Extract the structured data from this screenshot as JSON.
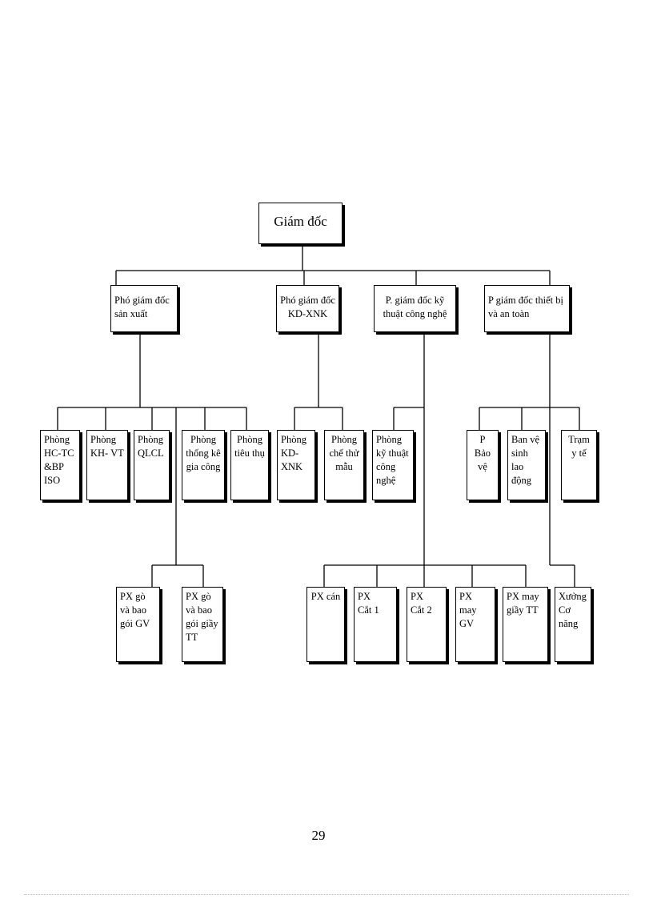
{
  "org_chart": {
    "director": {
      "label": "Giám đốc"
    },
    "deputies": [
      {
        "id": "production",
        "label": "Phó giám đốc\nsản xuất"
      },
      {
        "id": "business",
        "label": "Phó giám đốc\nKD-XNK"
      },
      {
        "id": "technical",
        "label": "P. giám đốc kỹ\nthuật công nghệ"
      },
      {
        "id": "equipment",
        "label": "P giám đốc thiết bị\nvà an toàn"
      }
    ],
    "departments": [
      {
        "id": "hc-tc",
        "label": "Phòng\nHC-TC\n&BP\nISO"
      },
      {
        "id": "kh-vt",
        "label": "Phòng\nKH- VT"
      },
      {
        "id": "qlcl",
        "label": "Phòng\nQLCL"
      },
      {
        "id": "thong-ke",
        "label": "Phòng\nthống kê\ngia công"
      },
      {
        "id": "tieu-thu",
        "label": "Phòng\ntiêu thụ"
      },
      {
        "id": "kd-xnk",
        "label": "Phòng\nKD-\nXNK"
      },
      {
        "id": "che-thu",
        "label": "Phòng\nchế thử\nmẫu"
      },
      {
        "id": "ky-thuat",
        "label": "Phòng\nkỹ thuật\ncông\nnghệ"
      },
      {
        "id": "bao-ve",
        "label": "P\nBảo\nvệ"
      },
      {
        "id": "ve-sinh",
        "label": "Ban vệ\nsinh\nlao\nđộng"
      },
      {
        "id": "tram-y-te",
        "label": "Trạm\ny tế"
      }
    ],
    "workshops": [
      {
        "id": "px-go-gv",
        "label": "PX gò\nvà bao\ngói GV"
      },
      {
        "id": "px-go-tt",
        "label": "PX gò\nvà bao\ngói giầy\nTT"
      },
      {
        "id": "px-can",
        "label": "PX cán"
      },
      {
        "id": "px-cat-1",
        "label": "PX\nCắt 1"
      },
      {
        "id": "px-cat-2",
        "label": "PX\nCắt 2"
      },
      {
        "id": "px-may-gv",
        "label": "PX may\nGV"
      },
      {
        "id": "px-may-tt",
        "label": "PX may\ngiầy TT"
      },
      {
        "id": "xuong-co-nang",
        "label": "Xưởng\nCơ\nnăng"
      }
    ]
  },
  "page_number": "29"
}
